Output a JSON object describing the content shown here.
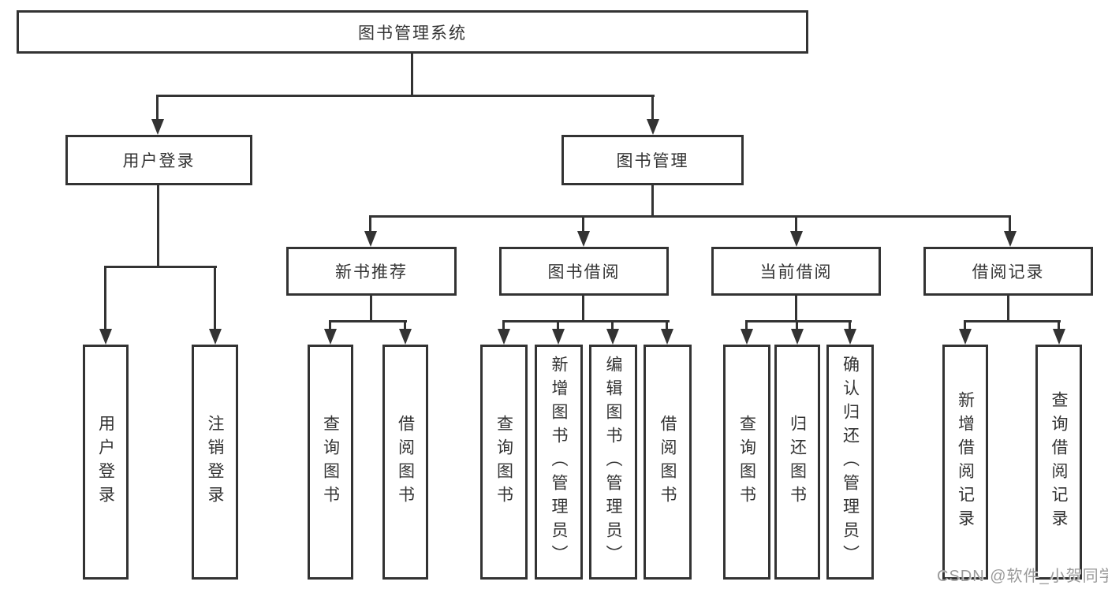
{
  "diagram": {
    "background": "#ffffff",
    "line_color": "#333333",
    "text_color": "#333333",
    "tree": {
      "root": "图书管理系统",
      "children": [
        {
          "label": "用户登录",
          "children": [
            {
              "label": "用户登录"
            },
            {
              "label": "注销登录"
            }
          ]
        },
        {
          "label": "图书管理",
          "children": [
            {
              "label": "新书推荐",
              "children": [
                {
                  "label": "查询图书"
                },
                {
                  "label": "借阅图书"
                }
              ]
            },
            {
              "label": "图书借阅",
              "children": [
                {
                  "label": "查询图书"
                },
                {
                  "label": "新增图书（管理员）"
                },
                {
                  "label": "编辑图书（管理员）"
                },
                {
                  "label": "借阅图书"
                }
              ]
            },
            {
              "label": "当前借阅",
              "children": [
                {
                  "label": "查询图书"
                },
                {
                  "label": "归还图书"
                },
                {
                  "label": "确认归还（管理员）"
                }
              ]
            },
            {
              "label": "借阅记录",
              "children": [
                {
                  "label": "新增借阅记录"
                },
                {
                  "label": "查询借阅记录"
                }
              ]
            }
          ]
        }
      ]
    },
    "watermark": {
      "text": "CSDN @软件_小贺同学",
      "color": "#9b9b9b"
    }
  }
}
